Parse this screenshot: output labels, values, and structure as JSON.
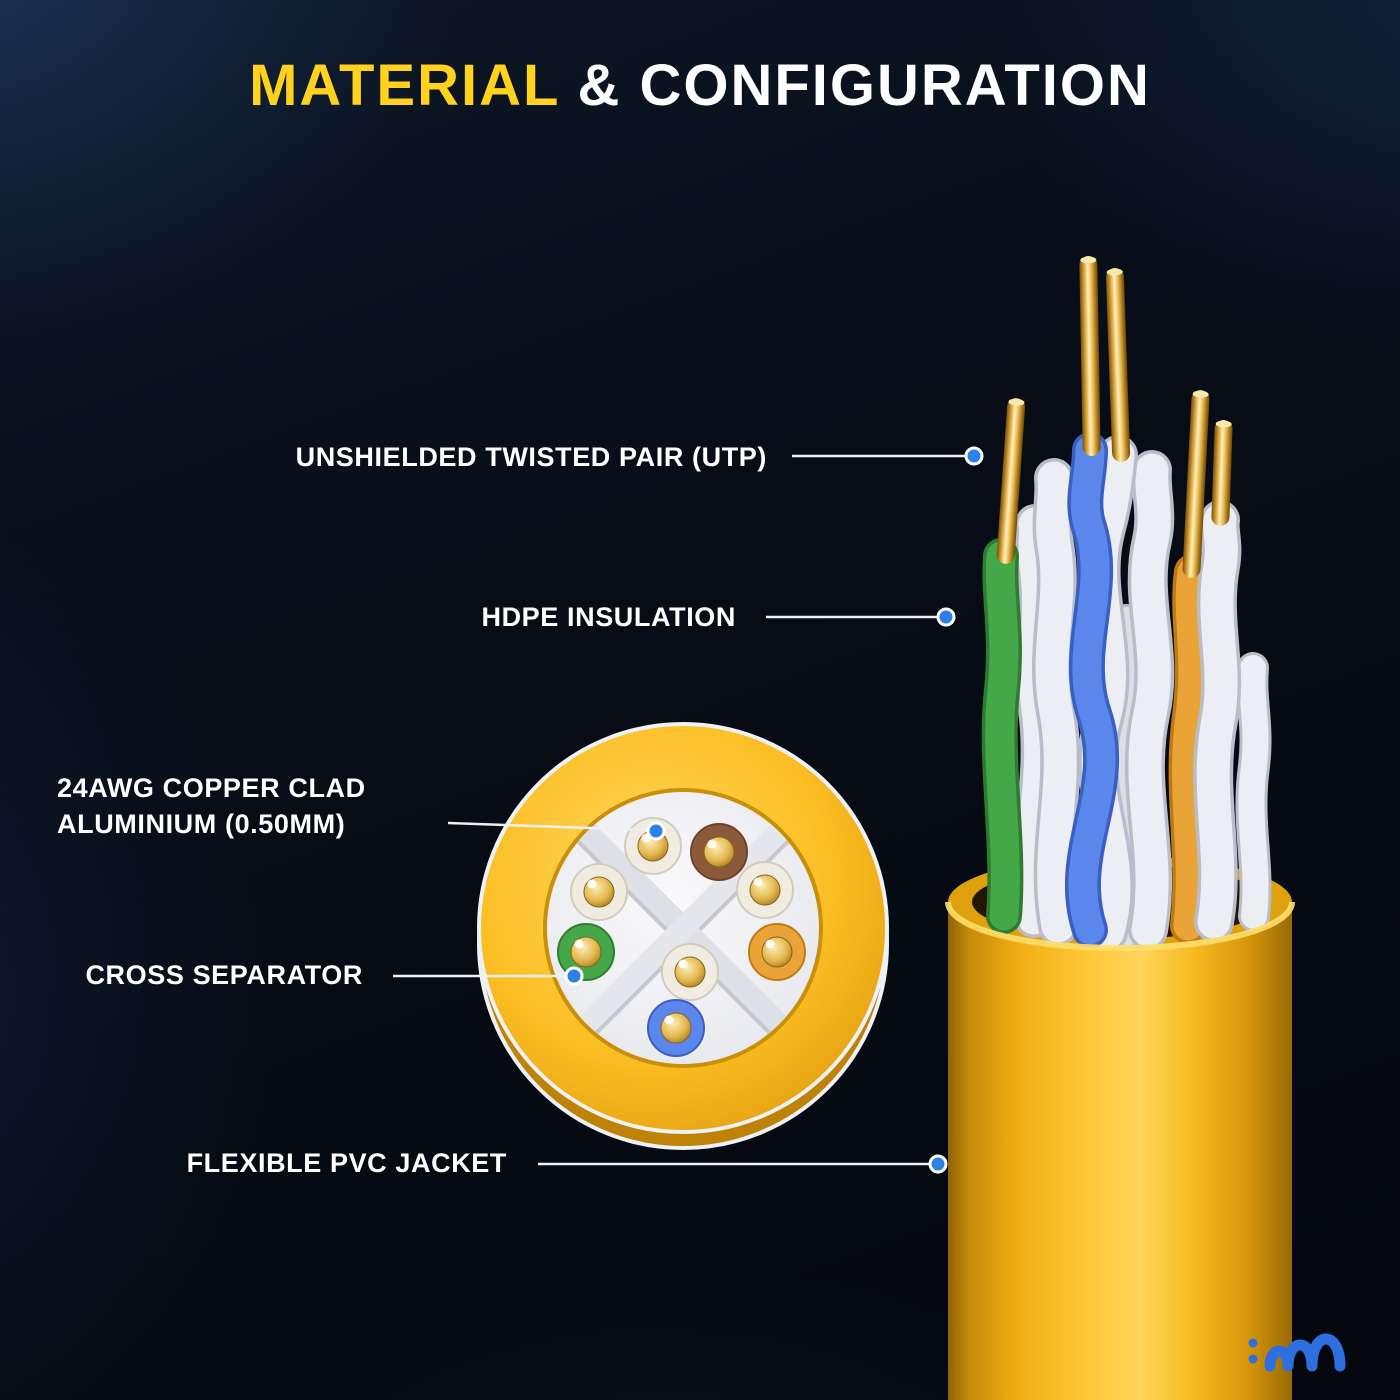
{
  "title": {
    "highlight": "MATERIAL",
    "rest": "& CONFIGURATION"
  },
  "callouts": {
    "utp": {
      "label": "UNSHIELDED TWISTED PAIR (UTP)"
    },
    "hdpe": {
      "label": "HDPE INSULATION"
    },
    "copper": {
      "line1": "24AWG COPPER CLAD",
      "line2": "ALUMINIUM (0.50MM)"
    },
    "cross_separator": {
      "label": "CROSS SEPARATOR"
    },
    "pvc_jacket": {
      "label": "FLEXIBLE PVC JACKET"
    }
  },
  "diagram": {
    "subject": "Ethernet cable cutaway with cross-section inset",
    "jacket_color": "#F7B714",
    "wire_colors": [
      "white",
      "blue",
      "green",
      "orange",
      "brown"
    ],
    "conductor": "copper",
    "callout_dot_color": "#2F7FE8",
    "title_highlight_color": "#FFD21E",
    "background_style": "dark navy gradient"
  },
  "brand": {
    "logo": "blue wave-m logo with colon dots"
  }
}
